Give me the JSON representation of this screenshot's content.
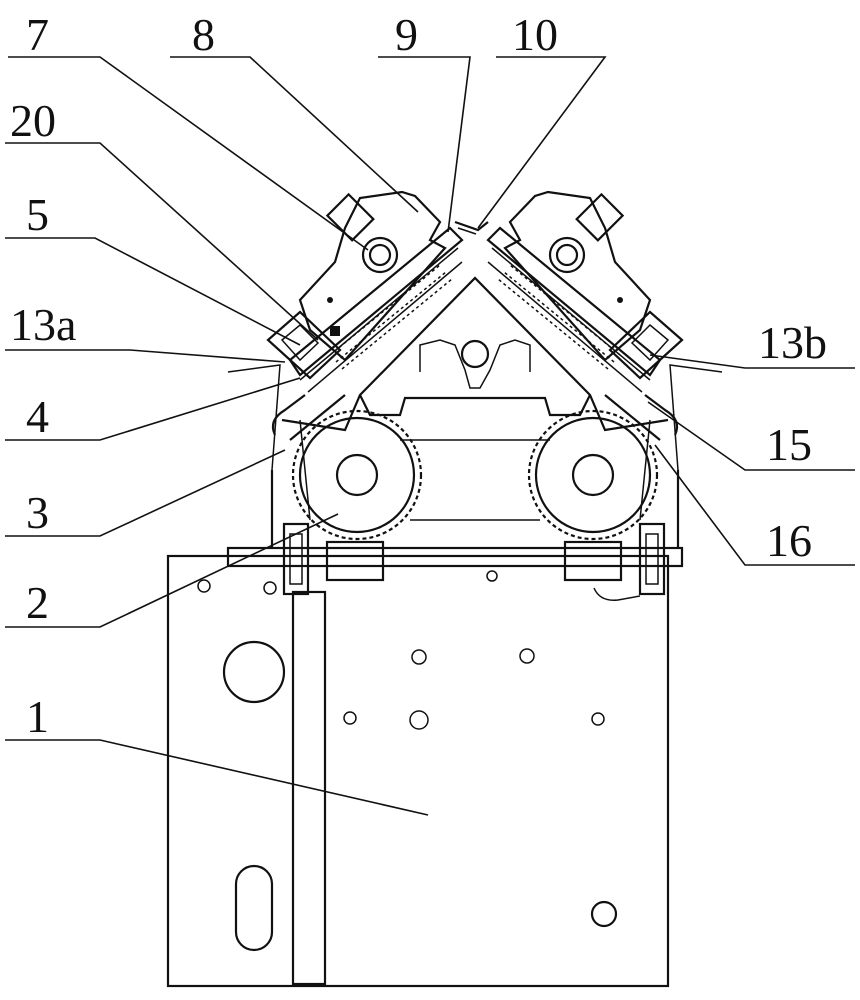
{
  "labels": {
    "l7": "7",
    "l8": "8",
    "l9": "9",
    "l10": "10",
    "l20": "20",
    "l5": "5",
    "l13a": "13a",
    "l13b": "13b",
    "l4": "4",
    "l15": "15",
    "l3": "3",
    "l16": "16",
    "l2": "2",
    "l1": "1"
  }
}
